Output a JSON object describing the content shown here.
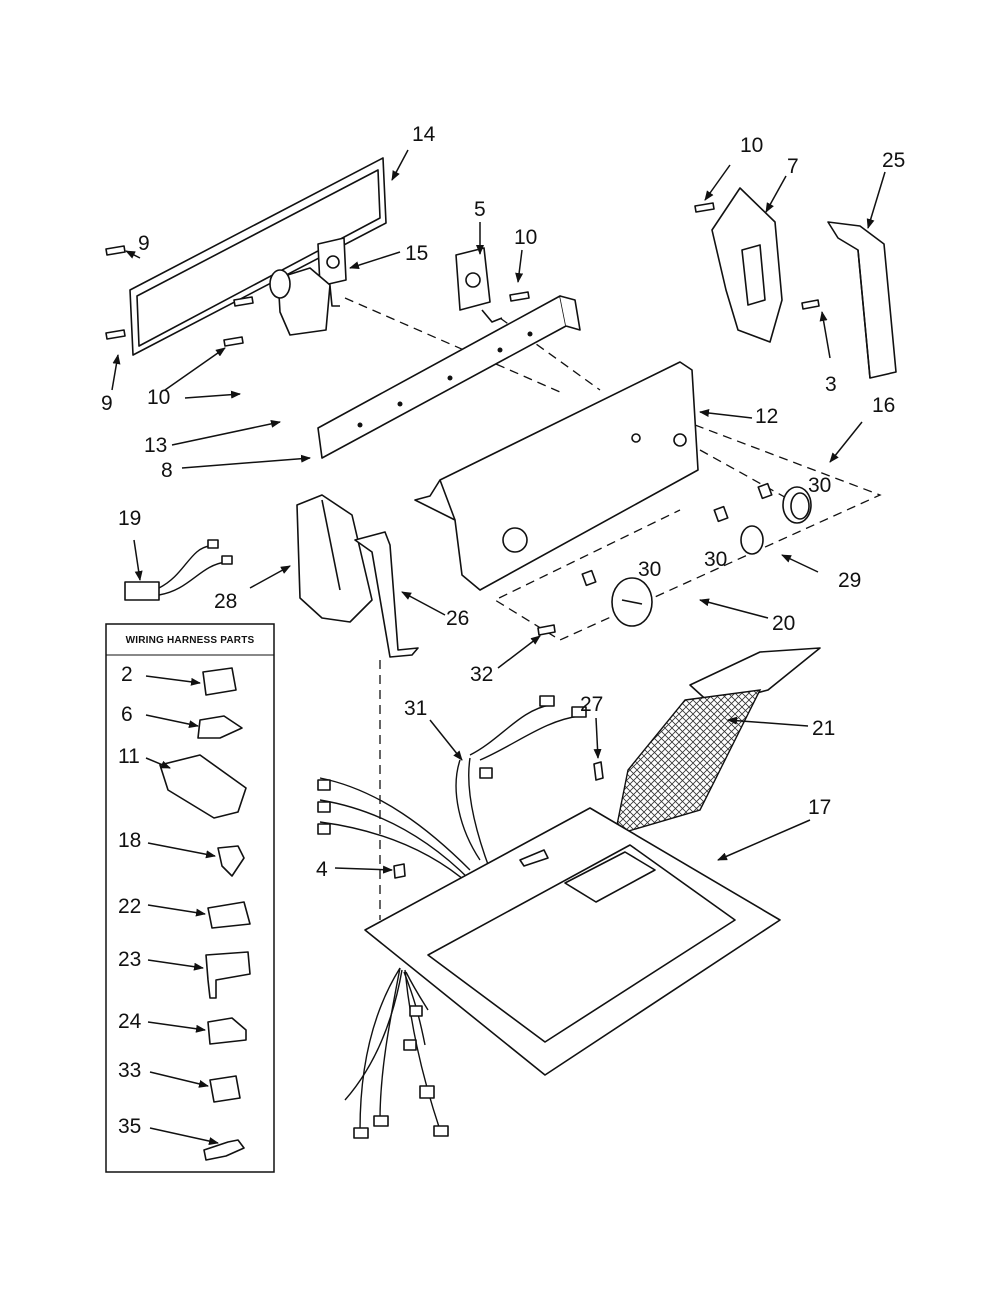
{
  "wiring_harness": {
    "title": "WIRING HARNESS PARTS",
    "items": [
      "2",
      "6",
      "11",
      "18",
      "22",
      "23",
      "24",
      "33",
      "35"
    ]
  },
  "callouts": {
    "n14": "14",
    "n9a": "9",
    "n9b": "9",
    "n15": "15",
    "n5": "5",
    "n10a": "10",
    "n10b": "10",
    "n10c": "10",
    "n7": "7",
    "n25": "25",
    "n3": "3",
    "n12": "12",
    "n16": "16",
    "n13": "13",
    "n8": "8",
    "n30a": "30",
    "n30b": "30",
    "n30c": "30",
    "n29": "29",
    "n19": "19",
    "n28": "28",
    "n26": "26",
    "n20": "20",
    "n32": "32",
    "n31": "31",
    "n27": "27",
    "n21": "21",
    "n17": "17",
    "n4": "4"
  }
}
